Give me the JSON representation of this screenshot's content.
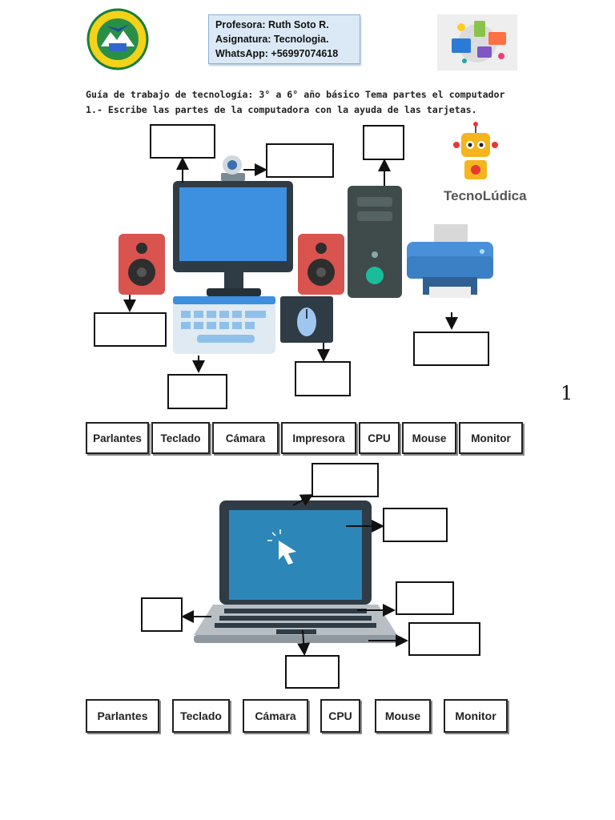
{
  "header": {
    "teacher_line": "Profesora: Ruth Soto R.",
    "subject_line": "Asignatura: Tecnologia.",
    "whatsapp_line": "WhatsApp: +56997074618"
  },
  "heading": {
    "line1": "Guía de trabajo de tecnología: 3° a 6° año básico Tema partes el computador",
    "line2": "1.- Escribe las partes de la computadora con la ayuda de las tarjetas."
  },
  "logo_text": "TecnoLúdica",
  "page_number": "1",
  "cards_desktop": [
    "Parlantes",
    "Teclado",
    "Cámara",
    "Impresora",
    "CPU",
    "Mouse",
    "Monitor"
  ],
  "cards_laptop": [
    "Parlantes",
    "Teclado",
    "Cámara",
    "CPU",
    "Mouse",
    "Monitor"
  ],
  "colors": {
    "monitor_screen": "#3d8fe0",
    "speaker": "#d9534f",
    "tower": "#3f4a4a",
    "printer": "#4a90d9",
    "laptop_screen": "#2d86b8"
  }
}
